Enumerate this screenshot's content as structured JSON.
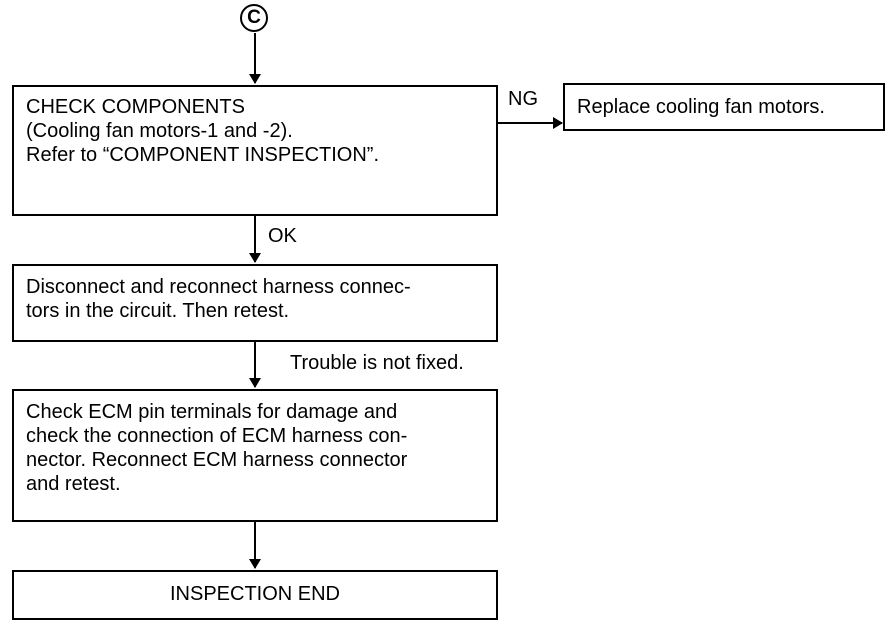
{
  "connector": {
    "label": "C"
  },
  "boxes": {
    "check_components": {
      "lines": [
        "CHECK COMPONENTS",
        "(Cooling fan motors-1 and -2).",
        "Refer to “COMPONENT INSPECTION”."
      ]
    },
    "replace_motors": {
      "lines": [
        "Replace cooling fan motors."
      ]
    },
    "reconnect_harness": {
      "lines": [
        "Disconnect and reconnect harness connec-",
        "tors in the circuit. Then retest."
      ]
    },
    "check_ecm": {
      "lines": [
        "Check ECM pin terminals for damage and",
        "check the connection of ECM harness con-",
        "nector. Reconnect ECM harness connector",
        "and retest."
      ]
    },
    "inspection_end": {
      "lines": [
        "INSPECTION END"
      ]
    }
  },
  "edges": {
    "ng": "NG",
    "ok": "OK",
    "not_fixed": "Trouble is not fixed."
  }
}
